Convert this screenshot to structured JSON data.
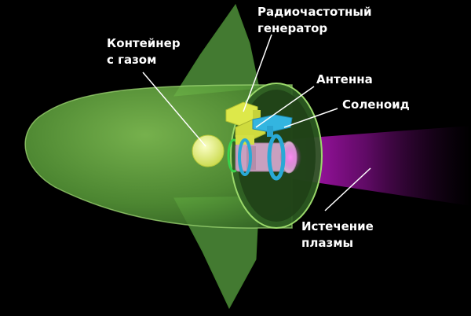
{
  "labels": {
    "container_line1": "Контейнер",
    "container_line2": "с газом",
    "rf_line1": "Радиочастотный",
    "rf_line2": "генератор",
    "antenna": "Антенна",
    "solenoid": "Соленоид",
    "plasma_line1": "Истечение",
    "plasma_line2": "плазмы"
  },
  "colors": {
    "background": "#000000",
    "hull": "#5aa03c",
    "fin": "#4f8f3a",
    "gas_container": "#e6f07a",
    "rf_generator": "#dde84a",
    "antenna": "#33b5e0",
    "solenoid": "#29a9d6",
    "chamber": "#c9a0bf",
    "plasma": "#b000b8",
    "leader_line": "#ffffff"
  }
}
